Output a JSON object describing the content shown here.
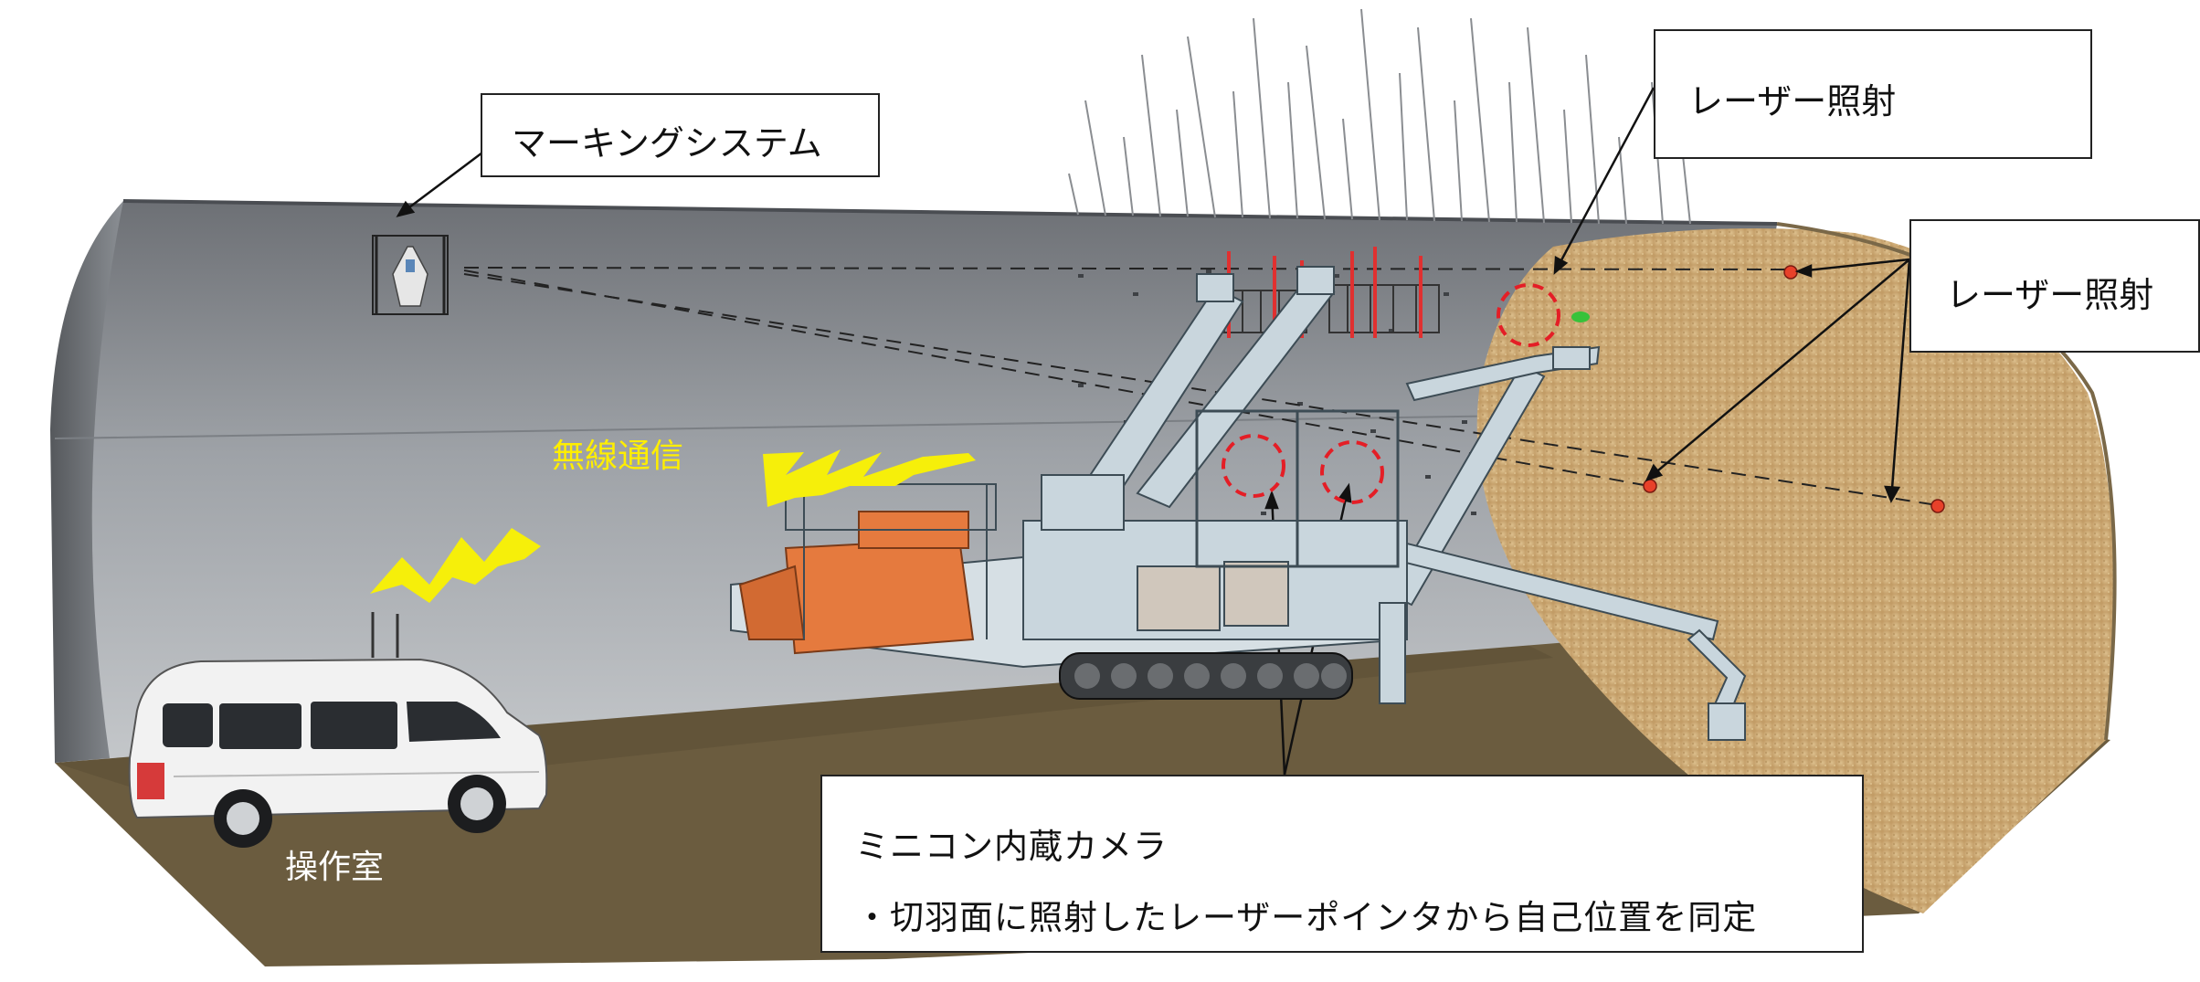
{
  "callouts": {
    "marking_system": "マーキングシステム",
    "laser_irradiation_top": "レーザー照射",
    "laser_irradiation_right": "レーザー照射",
    "camera_title": "ミニコン内蔵カメラ",
    "camera_description": "・切羽面に照射したレーザーポインタから自己位置を同定"
  },
  "labels": {
    "wireless_communication": "無線通信",
    "control_room": "操作室"
  },
  "colors": {
    "tunnel_wall": "#a9adb2",
    "floor": "#6b5c3f",
    "rock_face": "#d1b07f",
    "laser_marker": "#e8412a",
    "highlight_circle": "#e41e26",
    "lightning": "#f6ef0a",
    "machine_frame": "#c9d6dd",
    "hopper": "#e57a3e"
  }
}
